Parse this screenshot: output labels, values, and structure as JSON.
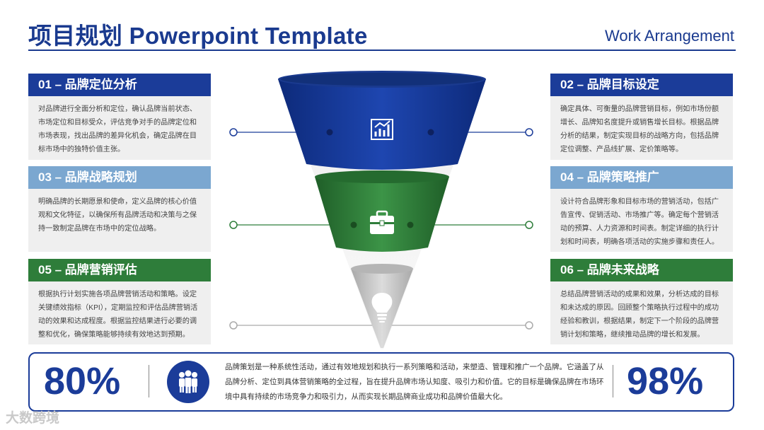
{
  "header": {
    "title": "项目规划 Powerpoint Template",
    "subtitle": "Work Arrangement"
  },
  "cards": [
    {
      "title": "01 – 品牌定位分析",
      "text": "对品牌进行全面分析和定位，确认品牌当前状态、市场定位和目标受众，评估竞争对手的品牌定位和市场表现，找出品牌的差异化机会，确定品牌在目标市场中的独特价值主张。"
    },
    {
      "title": "02 – 品牌目标设定",
      "text": "确定具体、可衡量的品牌营销目标，例如市场份额增长、品牌知名度提升或销售增长目标。根据品牌分析的结果，制定实现目标的战略方向，包括品牌定位调整、产品线扩展、定价策略等。"
    },
    {
      "title": "03 – 品牌战略规划",
      "text": "明确品牌的长期愿景和使命，定义品牌的核心价值观和文化特征，以确保所有品牌活动和决策与之保持一致制定品牌在市场中的定位战略。"
    },
    {
      "title": "04 – 品牌策略推广",
      "text": "设计符合品牌形象和目标市场的营销活动，包括广告宣传、促销活动、市场推广等。确定每个营销活动的预算、人力资源和时间表。制定详细的执行计划和时间表，明确各项活动的实施步骤和责任人。"
    },
    {
      "title": "05 – 品牌营销评估",
      "text": "根据执行计划实施各项品牌营销活动和策略。设定关键绩效指标（KPI），定期监控和评估品牌营销活动的效果和达成程度。根据监控结果进行必要的调整和优化，确保策略能够持续有效地达到预期。"
    },
    {
      "title": "06 – 品牌未来战略",
      "text": "总结品牌营销活动的成果和效果，分析达成的目标和未达成的原因。回顾整个策略执行过程中的成功经验和教训，根据结果，制定下一个阶段的品牌营销计划和策略，继续推动品牌的增长和发展。"
    }
  ],
  "funnel_icons": [
    "chart-icon",
    "briefcase-icon",
    "lightbulb-icon"
  ],
  "stats": {
    "left_pct": "80%",
    "right_pct": "98%",
    "summary": "品牌策划是一种系统性活动，通过有效地规划和执行一系列策略和活动，来塑造、管理和推广一个品牌。它涵盖了从品牌分析、定位到具体营销策略的全过程，旨在提升品牌市场认知度、吸引力和价值。它的目标是确保品牌在市场环境中具有持续的市场竞争力和吸引力，从而实现长期品牌商业成功和品牌价值最大化。"
  },
  "watermark": "大数跨境",
  "colors": {
    "dark_blue": "#1b3c99",
    "light_blue": "#7ba7d0",
    "green": "#2e7d3a",
    "gray": "#bdbdbd"
  }
}
